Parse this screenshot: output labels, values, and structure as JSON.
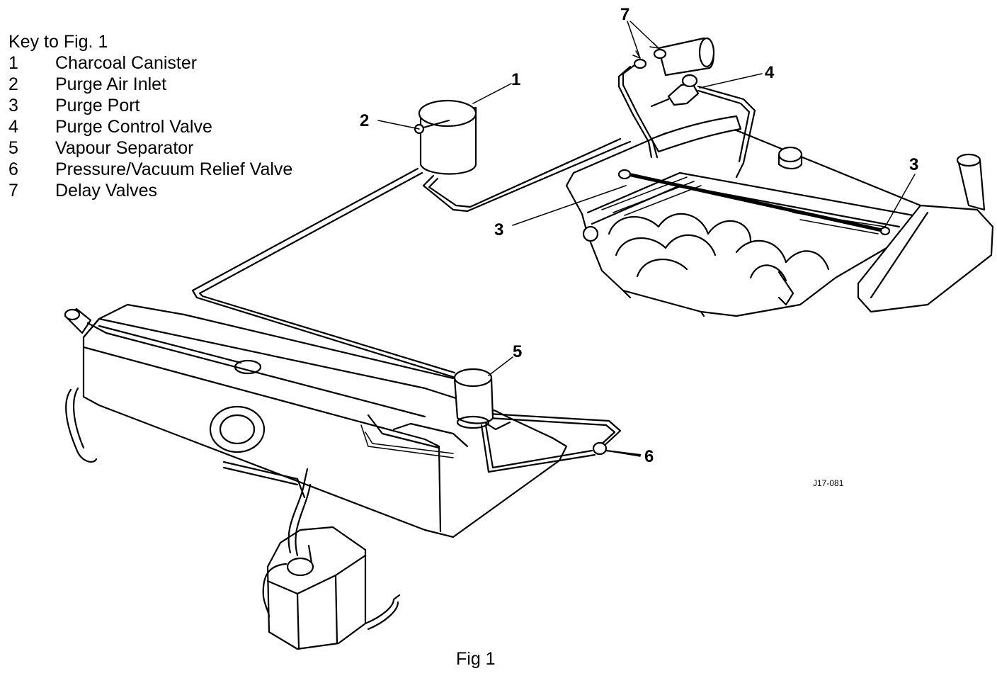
{
  "key": {
    "title": "Key to Fig. 1",
    "items": [
      {
        "num": "1",
        "label": "Charcoal Canister"
      },
      {
        "num": "2",
        "label": "Purge Air Inlet"
      },
      {
        "num": "3",
        "label": "Purge Port"
      },
      {
        "num": "4",
        "label": "Purge Control Valve"
      },
      {
        "num": "5",
        "label": "Vapour Separator"
      },
      {
        "num": "6",
        "label": "Pressure/Vacuum Relief Valve"
      },
      {
        "num": "7",
        "label": "Delay Valves"
      }
    ]
  },
  "callouts": {
    "c1": "1",
    "c2": "2",
    "c3a": "3",
    "c3b": "3",
    "c4": "4",
    "c5": "5",
    "c6": "6",
    "c7": "7"
  },
  "drawing_code": "J17-081",
  "caption": "Fig 1"
}
